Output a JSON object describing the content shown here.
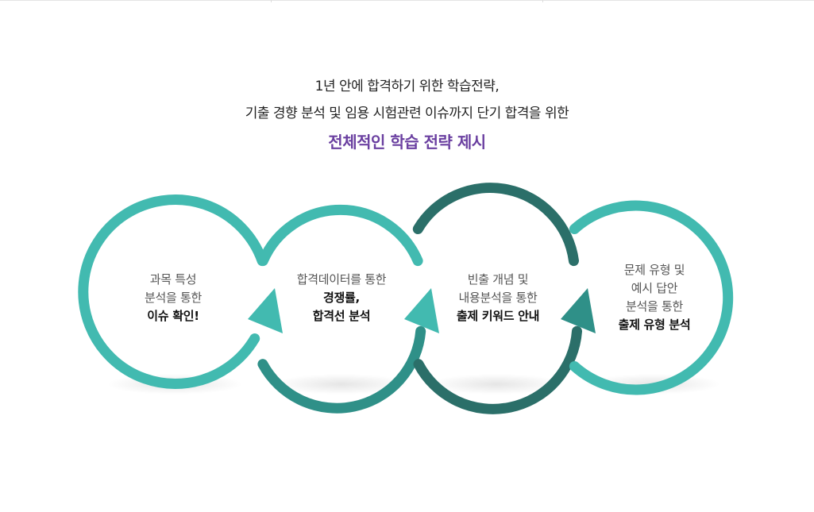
{
  "intro": {
    "line1": "1년 안에 합격하기 위한 학습전략,",
    "line2": "기출 경향 분석 및 임용 시험관련 이슈까지 단기 합격을 위한",
    "highlight": "전체적인 학습 전략 제시"
  },
  "colors": {
    "teal": "#42bab0",
    "teal_dark": "#2f9088",
    "teal_darker": "#2b6f69",
    "highlight_purple": "#6a3fa0"
  },
  "steps": [
    {
      "lines": [
        "과목 특성",
        "분석을 통한"
      ],
      "bold": [
        "이슈 확인!"
      ]
    },
    {
      "lines": [
        "합격데이터를 통한"
      ],
      "bold": [
        "경쟁률,",
        "합격선 분석"
      ]
    },
    {
      "lines": [
        "빈출 개념 및",
        "내용분석을 통한"
      ],
      "bold": [
        "출제 키워드 안내"
      ]
    },
    {
      "lines": [
        "문제 유형 및",
        "예시 답안",
        "분석을 통한"
      ],
      "bold": [
        "출제 유형 분석"
      ]
    }
  ]
}
